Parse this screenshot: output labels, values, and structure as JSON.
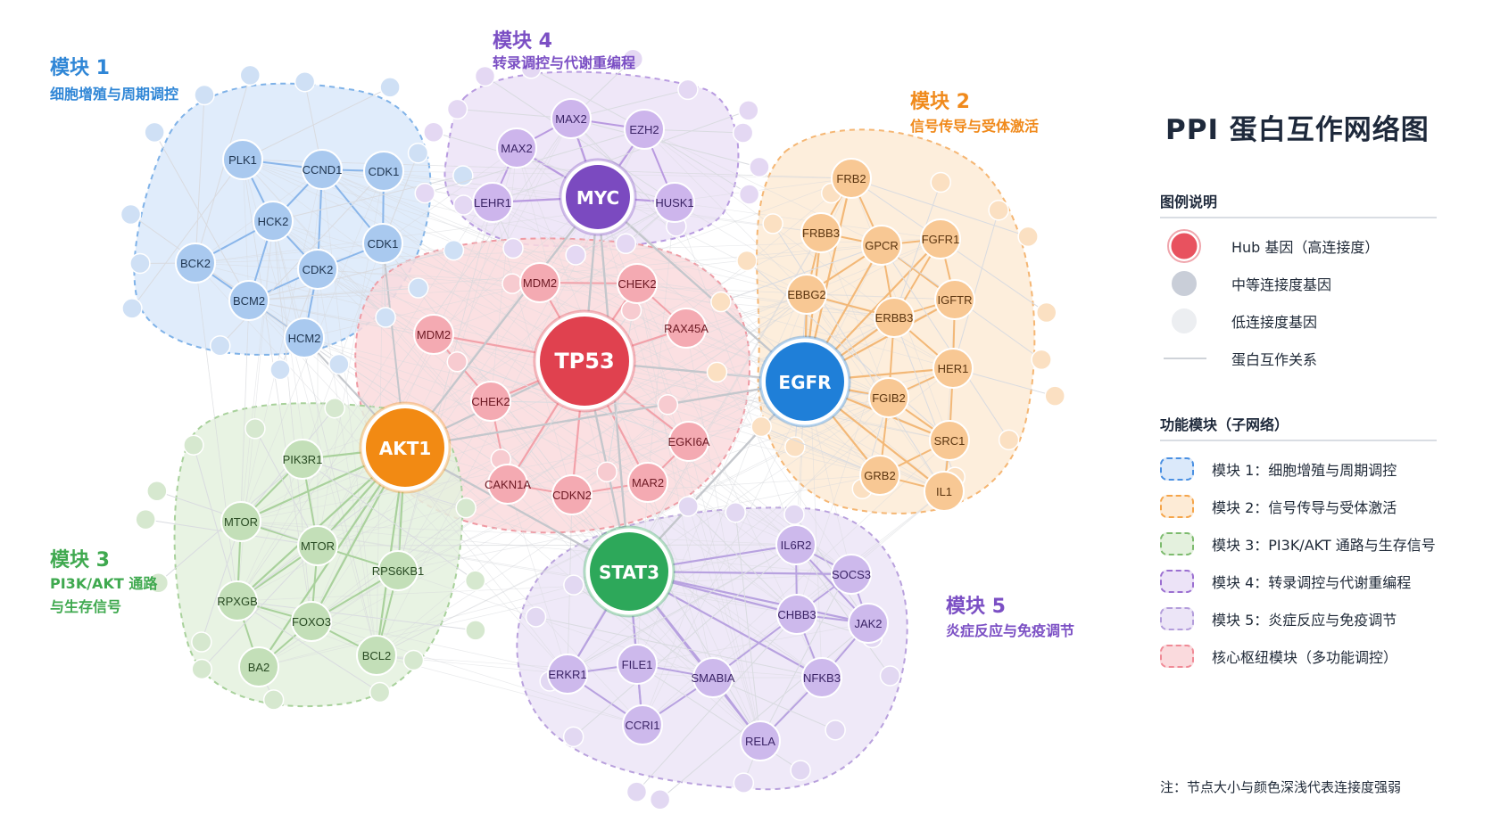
{
  "title": "PPI 蛋白互作网络图",
  "legend": {
    "heading": "图例说明",
    "items": [
      {
        "label": "Hub 基因（高连接度）",
        "icon": "hub-node"
      },
      {
        "label": "中等连接度基因",
        "icon": "medium-node"
      },
      {
        "label": "低连接度基因",
        "icon": "low-node"
      },
      {
        "label": "蛋白互作关系",
        "icon": "edge-line"
      }
    ]
  },
  "modules_legend": {
    "heading": "功能模块（子网络）",
    "items": [
      {
        "label": "模块 1：细胞增殖与周期调控",
        "color": "#4a90e2"
      },
      {
        "label": "模块 2：信号传导与受体激活",
        "color": "#f5a54a"
      },
      {
        "label": "模块 3：PI3K/AKT 通路与生存信号",
        "color": "#7dbb6e"
      },
      {
        "label": "模块 4：转录调控与代谢重编程",
        "color": "#9b6fd1"
      },
      {
        "label": "模块 5：炎症反应与免疫调节",
        "color": "#b39ddb"
      },
      {
        "label": "核心枢纽模块（多功能调控）",
        "color": "#f08a96"
      }
    ]
  },
  "note": "注：节点大小与颜色深浅代表连接度强弱",
  "modules": [
    {
      "id": "m1",
      "title": "模块 1",
      "subtitle": "细胞增殖与周期调控",
      "color": "#2f86d6",
      "fill": "#dbe9fa",
      "stroke": "#7fb2e8"
    },
    {
      "id": "m2",
      "title": "模块 2",
      "subtitle": "信号传导与受体激活",
      "color": "#f08a1c",
      "fill": "#fdebd6",
      "stroke": "#f5b673"
    },
    {
      "id": "m3",
      "title": "模块 3",
      "subtitle": "PI3K/AKT 通路\n与生存信号",
      "color": "#3fa94f",
      "fill": "#e4f1de",
      "stroke": "#a8d19b"
    },
    {
      "id": "m4",
      "title": "模块 4",
      "subtitle": "转录调控与代谢重编程",
      "color": "#7b4fc4",
      "fill": "#ece3f7",
      "stroke": "#b89be0"
    },
    {
      "id": "m5",
      "title": "模块 5",
      "subtitle": "炎症反应与免疫调节",
      "color": "#7b4fc4",
      "fill": "#ece5f7",
      "stroke": "#b9a1dd"
    },
    {
      "id": "core",
      "title": "",
      "subtitle": "",
      "color": "#e8525f",
      "fill": "#fadadd",
      "stroke": "#ef9aa3"
    }
  ],
  "hubs": [
    {
      "id": "TP53",
      "label": "TP53",
      "color": "#e0414f",
      "module": "core"
    },
    {
      "id": "AKT1",
      "label": "AKT1",
      "color": "#f28a13",
      "module": "m3"
    },
    {
      "id": "EGFR",
      "label": "EGFR",
      "color": "#1f7fd8",
      "module": "m2"
    },
    {
      "id": "MYC",
      "label": "MYC",
      "color": "#7b4ac0",
      "module": "m4"
    },
    {
      "id": "STAT3",
      "label": "STAT3",
      "color": "#2da85a",
      "module": "m5"
    }
  ],
  "genes": {
    "m1": [
      "PLK1",
      "CCND1",
      "CDK1",
      "CDK1",
      "BCK2",
      "HCK2",
      "CDK2",
      "BCM2",
      "HCM2"
    ],
    "m2": [
      "FRB2",
      "FRBB3",
      "GPCR",
      "FGFR1",
      "EBBG2",
      "ERBB3",
      "IGFTR",
      "HER1",
      "FGIB2",
      "SRC1",
      "GRB2",
      "IL1"
    ],
    "m3": [
      "PIK3R1",
      "MTOR",
      "MTOR",
      "RPS6KB1",
      "RPXGB",
      "FOXO3",
      "BA2",
      "BCL2"
    ],
    "m4": [
      "MAX2",
      "EZH2",
      "MAX2",
      "LEHR1",
      "HUSK1"
    ],
    "m5": [
      "IL6R2",
      "SOCS3",
      "CHBB3",
      "JAK2",
      "ERKR1",
      "FILE1",
      "SMABIA",
      "NFKB3",
      "CCRI1",
      "RELA"
    ],
    "core": [
      "MDM2",
      "CHEK2",
      "MDM2",
      "RAX45A",
      "CHEK2",
      "EGKI6A",
      "CAKN1A",
      "CDKN2",
      "MAR2"
    ]
  }
}
